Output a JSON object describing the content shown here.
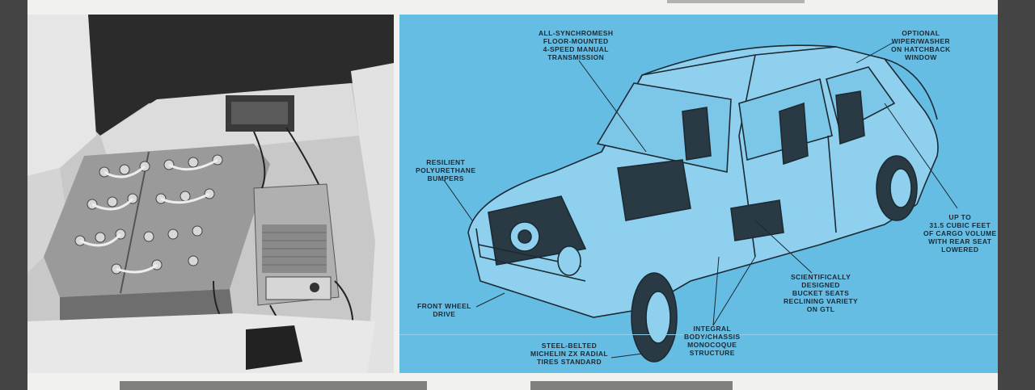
{
  "callouts": {
    "transmission": "ALL-SYNCHROMESH\nFLOOR-MOUNTED\n4-SPEED MANUAL\nTRANSMISSION",
    "wiper": "OPTIONAL\nWIPER/WASHER\nON HATCHBACK\nWINDOW",
    "bumpers": "RESILIENT\nPOLYURETHANE\nBUMPERS",
    "cargo": "UP TO\n31.5 CUBIC FEET\nOF CARGO VOLUME\nWITH REAR SEAT\nLOWERED",
    "seats": "SCIENTIFICALLY\nDESIGNED\nBUCKET SEATS\nRECLINING VARIETY\nON GTL",
    "drive": "FRONT WHEEL\nDRIVE",
    "chassis": "INTEGRAL\nBODY/CHASSIS\nMONOCOQUE\nSTRUCTURE",
    "tires": "STEEL-BELTED\nMICHELIN ZX RADIAL\nTIRES STANDARD"
  },
  "colors": {
    "diagram_background": "#66bde4",
    "page_background": "#f1f1ef",
    "ink": "#1b2a33"
  }
}
